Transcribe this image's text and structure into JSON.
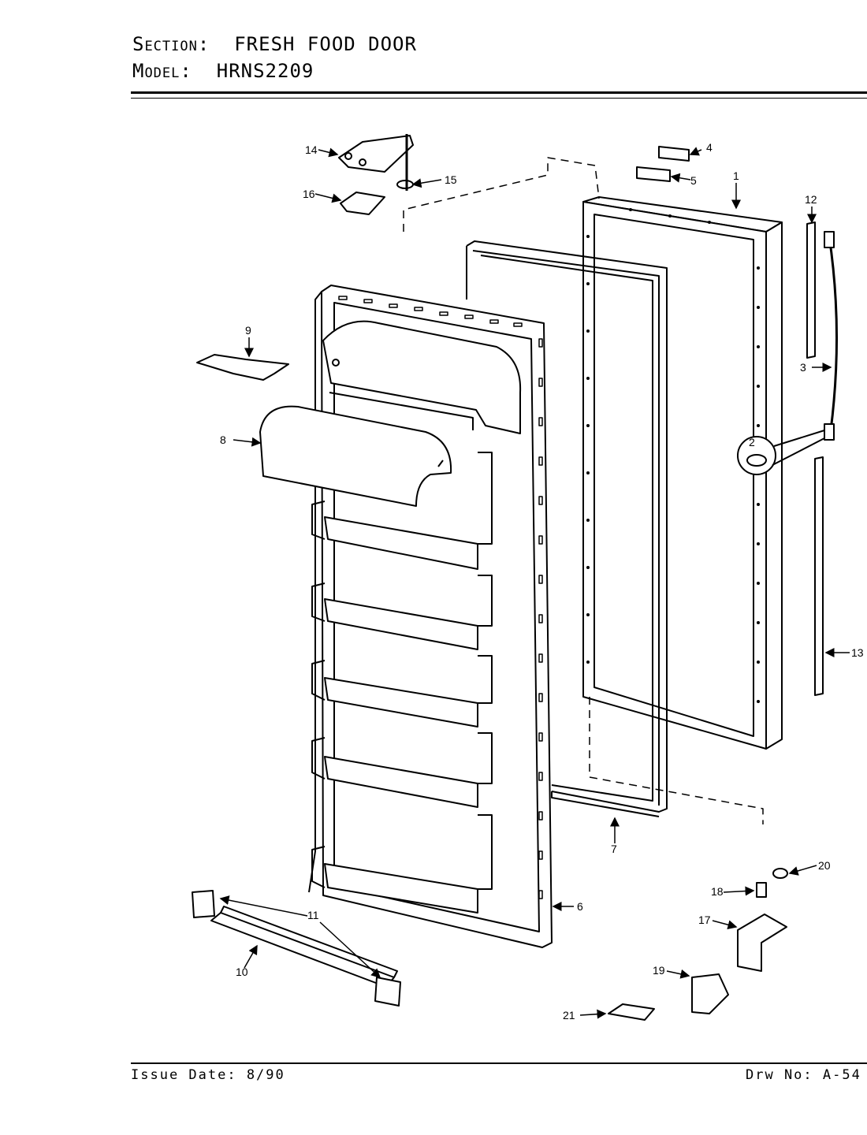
{
  "header": {
    "section_label": "Section:",
    "section_value": "FRESH FOOD DOOR",
    "model_label": "Model:",
    "model_value": "HRNS2209"
  },
  "footer": {
    "issue_date": "Issue Date: 8/90",
    "drawing_no": "Drw No: A-54"
  },
  "callouts": [
    {
      "id": "c1",
      "text": "1"
    },
    {
      "id": "c2",
      "text": "2"
    },
    {
      "id": "c3",
      "text": "3"
    },
    {
      "id": "c4",
      "text": "4"
    },
    {
      "id": "c5",
      "text": "5"
    },
    {
      "id": "c6",
      "text": "6"
    },
    {
      "id": "c7",
      "text": "7"
    },
    {
      "id": "c8",
      "text": "8"
    },
    {
      "id": "c9",
      "text": "9"
    },
    {
      "id": "c10",
      "text": "10"
    },
    {
      "id": "c11",
      "text": "11"
    },
    {
      "id": "c12",
      "text": "12"
    },
    {
      "id": "c13",
      "text": "13"
    },
    {
      "id": "c14",
      "text": "14"
    },
    {
      "id": "c15",
      "text": "15"
    },
    {
      "id": "c16",
      "text": "16"
    },
    {
      "id": "c17",
      "text": "17"
    },
    {
      "id": "c18",
      "text": "18"
    },
    {
      "id": "c19",
      "text": "19"
    },
    {
      "id": "c20",
      "text": "20"
    },
    {
      "id": "c21",
      "text": "21"
    }
  ]
}
